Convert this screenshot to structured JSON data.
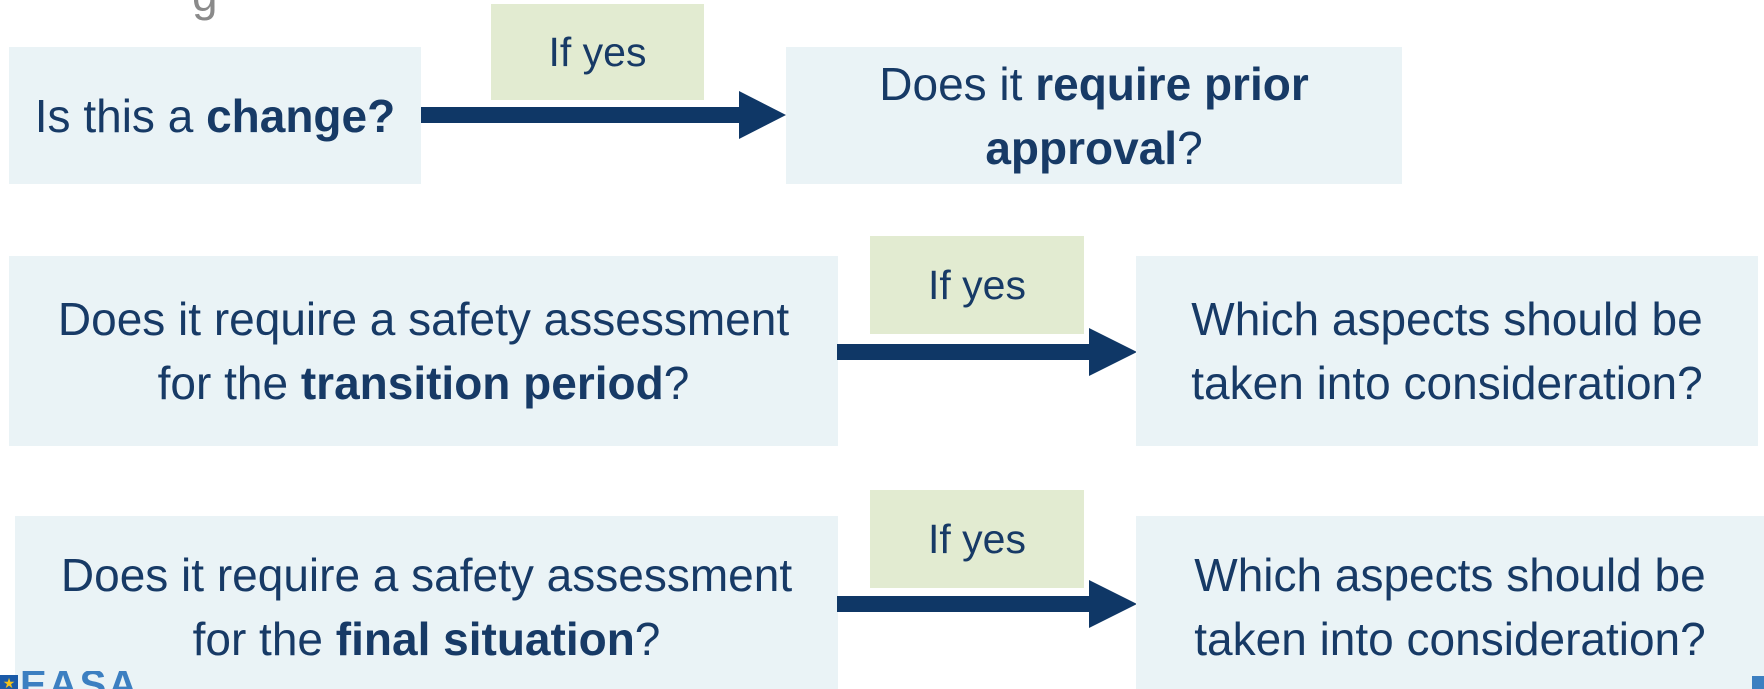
{
  "title_fragment": "g",
  "colors": {
    "box_bg": "#eaf3f6",
    "label_bg": "#e2ebd1",
    "text": "#173a66",
    "arrow": "#0f3766"
  },
  "row1": {
    "question_pre": "Is this a ",
    "question_bold": "change?",
    "label": "If yes",
    "result_pre": "Does it ",
    "result_bold1": "require prior",
    "result_bold2": "approval",
    "result_post": "?"
  },
  "row2": {
    "question_line1": "Does it require a safety assessment",
    "question_pre2": "for the ",
    "question_bold": "transition period",
    "question_post": "?",
    "label": "If yes",
    "result_line1": "Which aspects should be",
    "result_line2": "taken into consideration?"
  },
  "row3": {
    "question_line1": "Does it require a safety assessment",
    "question_pre2": "for the ",
    "question_bold": "final situation",
    "question_post": "?",
    "label": "If yes",
    "result_line1": "Which aspects should be",
    "result_line2": "taken into consideration?"
  },
  "logo": {
    "text": "EASA",
    "icon": "eu-flag-icon"
  }
}
